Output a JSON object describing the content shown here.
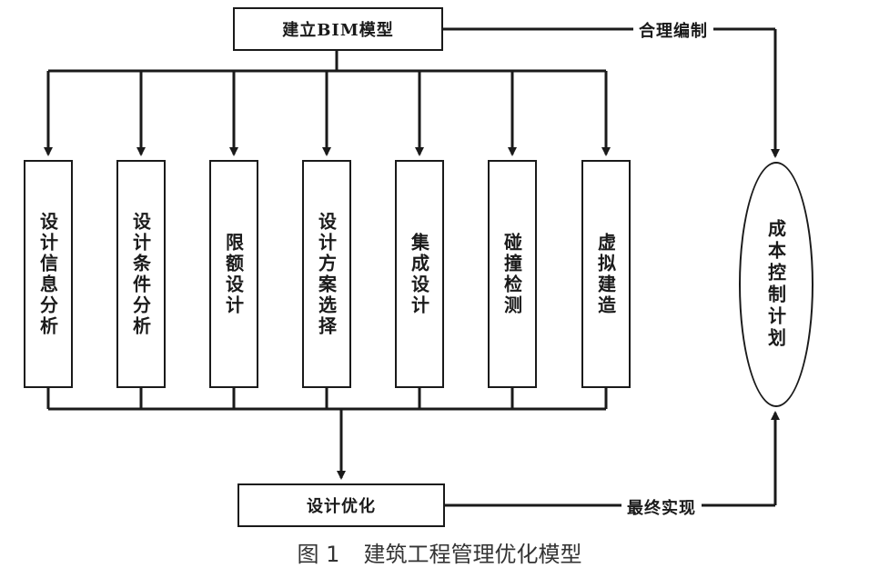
{
  "top_node": "建立BIM模型",
  "steps": [
    "设计信息分析",
    "设计条件分析",
    "限额设计",
    "设计方案选择",
    "集成设计",
    "碰撞检测",
    "虚拟建造"
  ],
  "bottom_node": "设计优化",
  "cost_node": "成本控制计划",
  "edge_top_label": "合理编制",
  "edge_bottom_label": "最终实现",
  "caption": {
    "number": "图 1",
    "title": "建筑工程管理优化模型"
  }
}
